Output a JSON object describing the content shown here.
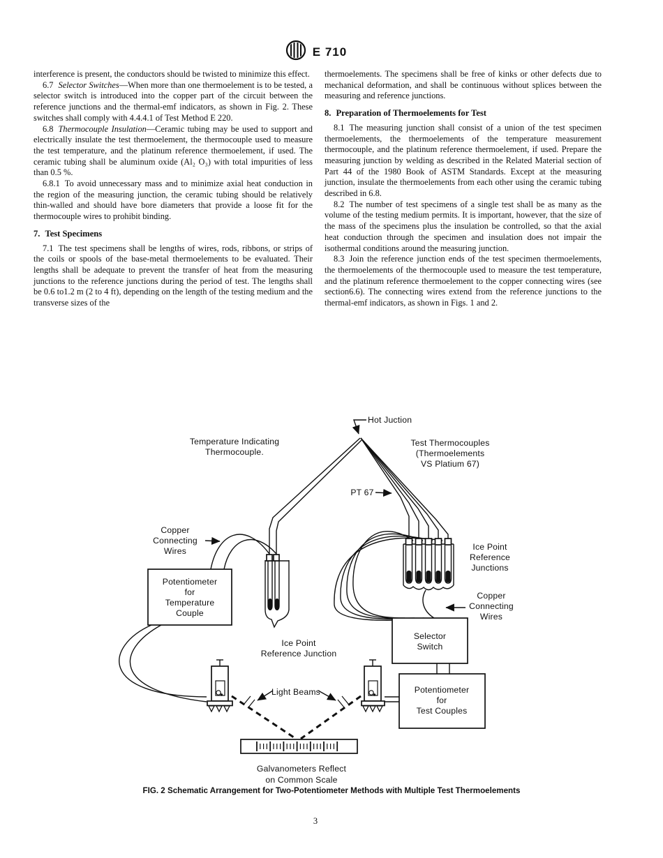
{
  "header": {
    "logo": "ASTM",
    "doc_number": "E 710"
  },
  "left": {
    "cont": "interference is present, the conductors should be twisted to minimize this effect.",
    "s67": {
      "num": "6.7",
      "title": "Selector Switches",
      "body": "—When more than one thermoelement is to be tested, a selector switch is introduced into the copper part of the circuit between the reference junctions and the thermal-emf indicators, as shown in Fig. 2. These switches shall comply with 4.4.4.1 of Test Method E 220."
    },
    "s68": {
      "num": "6.8",
      "title": "Thermocouple Insulation",
      "body": "—Ceramic tubing may be used to support and electrically insulate the test thermoelement, the thermocouple used to measure the test temperature, and the platinum reference thermoelement, if used. The ceramic tubing shall be aluminum oxide (Al₂ O₃) with total impurities of less than 0.5 %."
    },
    "s681": {
      "num": "6.8.1",
      "body": "To avoid unnecessary mass and to minimize axial heat conduction in the region of the measuring junction, the ceramic tubing should be relatively thin-walled and should have bore diameters that provide a loose fit for the thermocouple wires to prohibit binding."
    },
    "h7": {
      "num": "7.",
      "title": "Test Specimens"
    },
    "s71": {
      "num": "7.1",
      "body": "The test specimens shall be lengths of wires, rods, ribbons, or strips of the coils or spools of the base-metal thermoelements to be evaluated. Their lengths shall be adequate to prevent the transfer of heat from the measuring junctions to the reference junctions during the period of test. The lengths shall be 0.6 to1.2 m (2 to 4 ft), depending on the length of the testing medium and the transverse sizes of the"
    }
  },
  "right": {
    "cont": "thermoelements. The specimens shall be free of kinks or other defects due to mechanical deformation, and shall be continuous without splices between the measuring and reference junctions.",
    "h8": {
      "num": "8.",
      "title": "Preparation of Thermoelements for Test"
    },
    "s81": {
      "num": "8.1",
      "body": "The measuring junction shall consist of a union of the test specimen thermoelements, the thermoelements of the temperature measurement thermocouple, and the platinum reference thermoelement, if used. Prepare the measuring junction by welding as described in the Related Material section of Part 44 of the 1980 Book of ASTM Standards. Except at the measuring junction, insulate the thermoelements from each other using the ceramic tubing described in 6.8."
    },
    "s82": {
      "num": "8.2",
      "body": "The number of test specimens of a single test shall be as many as the volume of the testing medium permits. It is important, however, that the size of the mass of the specimens plus the insulation be controlled, so that the axial heat conduction through the specimen and insulation does not impair the isothermal conditions around the measuring junction."
    },
    "s83": {
      "num": "8.3",
      "body": "Join the reference junction ends of the test specimen thermoelements, the thermoelements of the thermocouple used to measure the test temperature, and the platinum reference thermoelement to the copper connecting wires (see section6.6). The connecting wires extend from the reference junctions to the thermal-emf indicators, as shown in Figs. 1 and 2."
    }
  },
  "figure": {
    "hot_junction": "Hot Juction",
    "temp_indicating": [
      "Temperature Indicating",
      "Thermocouple."
    ],
    "test_thermocouples": [
      "Test Thermocouples",
      "(Thermoelements",
      "VS Platium 67)"
    ],
    "pt67": "PT 67",
    "copper_left": [
      "Copper",
      "Connecting",
      "Wires"
    ],
    "pot_temp": [
      "Potentiometer",
      "for",
      "Temperature",
      "Couple"
    ],
    "ice_left": [
      "Ice Point",
      "Reference Junction"
    ],
    "ice_right": [
      "Ice Point",
      "Reference",
      "Junctions"
    ],
    "copper_right": [
      "Copper",
      "Connecting",
      "Wires"
    ],
    "selector": [
      "Selector",
      "Switch"
    ],
    "pot_test": [
      "Potentiometer",
      "for",
      "Test Couples"
    ],
    "light_beams": "Light Beams",
    "galvo_note": [
      "Galvanometers Reflect",
      "on Common Scale"
    ],
    "caption": "FIG. 2 Schematic Arrangement for Two-Potentiometer Methods with Multiple Test Thermoelements"
  },
  "page_number": "3"
}
